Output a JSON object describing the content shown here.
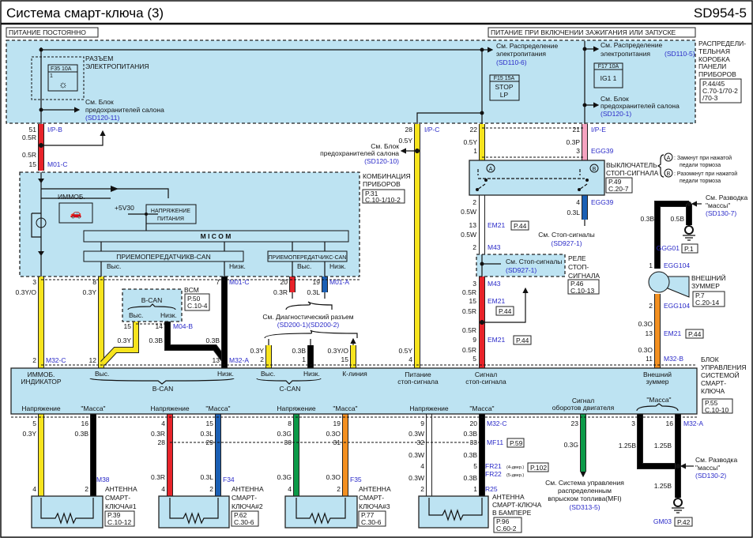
{
  "header": {
    "title": "Система смарт-ключа (3)",
    "code": "SD954-5"
  },
  "power": {
    "constant": "ПИТАНИЕ ПОСТОЯННО",
    "ignition": "ПИТАНИЕ ПРИ ВКЛЮЧЕНИИ ЗАЖИГАНИЯ ИЛИ ЗАПУСКЕ"
  },
  "wire_colors": {
    "R": "#e8232a",
    "Y": "#f7e41e",
    "B": "#000000",
    "L": "#1a5fb4",
    "G": "#0c9a48",
    "O": "#f39021",
    "W": "#ffffff",
    "P": "#f5a3c0"
  },
  "junction_box": {
    "lines": [
      "РАСПРЕДЕЛИ-",
      "ТЕЛЬНАЯ",
      "КОРОБКА",
      "ПАНЕЛИ",
      "ПРИБОРОВ"
    ],
    "ref": [
      "P.44/45",
      "C.70-1/70-2",
      "/70-3"
    ]
  },
  "fuses": {
    "f35": "F35 10A",
    "f35_pin": "1",
    "f15": "F15 15A",
    "f15_name": [
      "STOP",
      "LP"
    ],
    "f17": "F17 10A",
    "f17_name": "IG1 1"
  },
  "power_connector": [
    "РАЗЪЕМ",
    "ЭЛЕКТРОПИТАНИЯ"
  ],
  "refs": {
    "see_block": "См. Блок",
    "fuse_salon": "предохранителей салона",
    "sd120_11": "(SD120-11)",
    "sd120_10": "(SD120-10)",
    "sd120_1": "(SD120-1)",
    "see_distr": "См. Распределение",
    "power_distr": "электропитания",
    "sd110_6": "(SD110-6)",
    "sd110_5": "(SD110-5)",
    "see_stop": "См. Стоп-сигналы",
    "sd927_1": "(SD927-1)",
    "see_ground": "См. Разводка",
    "ground_q": "\"массы\"",
    "sd130_7": "(SD130-7)",
    "sd130_2": "(SD130-2)",
    "see_diag": "См. Диагностический  разъем",
    "sd200": "(SD200-1)(SD200-2)",
    "see_mfi": [
      "См. Система управления",
      "распределенным",
      "впрыском топлива(MFI)"
    ],
    "sd313_5": "(SD313-5)"
  },
  "connectors": {
    "ipb": "I/P-B",
    "ipc": "I/P-C",
    "ipe": "I/P-E",
    "m01c": "M01-C",
    "m01a": "M01-A",
    "m04b": "M04-B",
    "m32a": "M32-A",
    "m32b": "M32-B",
    "m32c": "M32-C",
    "egg39": "EGG39",
    "em21": "EM21",
    "m43": "M43",
    "egg104": "EGG104",
    "ggg01": "GGG01",
    "m38": "M38",
    "f34": "F34",
    "f35": "F35",
    "mf11": "MF11",
    "fr21": "FR21",
    "fr21_note": "(4-двер.)",
    "fr22": "FR22",
    "fr22_note": "(5-двер.)",
    "r25": "R25",
    "gm03": "GM03"
  },
  "pages": {
    "p44": "P.44",
    "p59": "P.59",
    "p102": "P.102",
    "p1": "P.1",
    "p42": "P.42"
  },
  "cluster": {
    "lines": [
      "КОМБИНАЦИЯ",
      "ПРИБОРОВ"
    ],
    "ref": [
      "P.31",
      "C.10-1/10-2"
    ],
    "immo": "ИММОБ.",
    "v5": "+5V30",
    "supply": [
      "НАПРЯЖЕНИЕ",
      "ПИТАНИЯ"
    ],
    "micom": "M I C O M",
    "bcan_tr": "ПРИЕМОПЕРЕДАТЧИКВ-CAN",
    "ccan_tr": "ПРИЕМОПЕРЕДАТЧИКС-CAN",
    "high": "Выс.",
    "low": "Низк."
  },
  "bcm": {
    "label": "BCM",
    "bus": "B-CAN",
    "ref": [
      "P.50",
      "C.10-4"
    ]
  },
  "switch": {
    "lines": [
      "ВЫКЛЮЧАТЕЛЬ",
      "СТОП-СИГНАЛА"
    ],
    "ref": [
      "P.49",
      "C.20-7"
    ],
    "a": "A",
    "b": "B",
    "legend_a": [
      ": Замкнут при нажатой",
      "педали тормоза"
    ],
    "legend_b": [
      ": Разомкнут при нажатой",
      "педали тормоза"
    ]
  },
  "relay": {
    "lines": [
      "РЕЛЕ",
      "СТОП-",
      "СИГНАЛА"
    ],
    "ref": [
      "P.46",
      "C.10-13"
    ]
  },
  "buzzer": {
    "lines": [
      "ВНЕШНИЙ",
      "ЗУММЕР"
    ],
    "ref": [
      "P.7",
      "C.20-14"
    ]
  },
  "unit": {
    "lines": [
      "БЛОК",
      "УПРАВЛЕНИЯ",
      "СИСТЕМОЙ",
      "СМАРТ-",
      "КЛЮЧА"
    ],
    "ref": [
      "P.55",
      "C.10-10"
    ],
    "immo": [
      "ИММОБ.",
      "ИНДИКАТОР"
    ],
    "high": "Выс.",
    "low": "Низк.",
    "bcan": "B-CAN",
    "ccan": "C-CAN",
    "kline": "К-линия",
    "stop_pwr": [
      "Питание",
      "стоп-сигнала"
    ],
    "stop_sig": [
      "Сигнал",
      "стоп-сигнала"
    ],
    "ext_buzzer": [
      "Внешний",
      "зуммер"
    ],
    "voltage": "Напряжение",
    "ground": "\"Масса\"",
    "rpm": [
      "Сигнал",
      "оборотов двигателя"
    ]
  },
  "antennas": [
    {
      "lines": [
        "АНТЕННА",
        "СМАРТ-",
        "КЛЮЧА#1"
      ],
      "ref": [
        "P.39",
        "C.10-12"
      ]
    },
    {
      "lines": [
        "АНТЕННА",
        "СМАРТ-",
        "КЛЮЧА#2"
      ],
      "ref": [
        "P.62",
        "C.30-6"
      ]
    },
    {
      "lines": [
        "АНТЕННА",
        "СМАРТ-",
        "КЛЮЧА#3"
      ],
      "ref": [
        "P.77",
        "C.30-6"
      ]
    },
    {
      "lines": [
        "АНТЕННА",
        "СМАРТ-КЛЮЧА",
        "В БАМПЕРЕ"
      ],
      "ref": [
        "P.96",
        "C.60-2"
      ]
    }
  ],
  "wires": {
    "r05": "0.5R",
    "y05": "0.5Y",
    "p03": "0.3P",
    "w05": "0.5W",
    "l03": "0.3L",
    "b03": "0.3B",
    "b05": "0.5B",
    "o03": "0.3O",
    "yo03": "0.3Y/O",
    "y03": "0.3Y",
    "r03": "0.3R",
    "g03": "0.3G",
    "w03": "0.3W",
    "b125": "1.25B"
  },
  "pins": {
    "p1": "1",
    "p2": "2",
    "p3": "3",
    "p4": "4",
    "p5": "5",
    "p7": "7",
    "p8": "8",
    "p9": "9",
    "p11": "11",
    "p12": "12",
    "p13": "13",
    "p14": "14",
    "p15": "15",
    "p16": "16",
    "p19": "19",
    "p20": "20",
    "p21": "21",
    "p22": "22",
    "p23": "23",
    "p28": "28",
    "p29": "29",
    "p30": "30",
    "p31": "31",
    "p32": "32",
    "p33": "33",
    "p51": "51"
  }
}
